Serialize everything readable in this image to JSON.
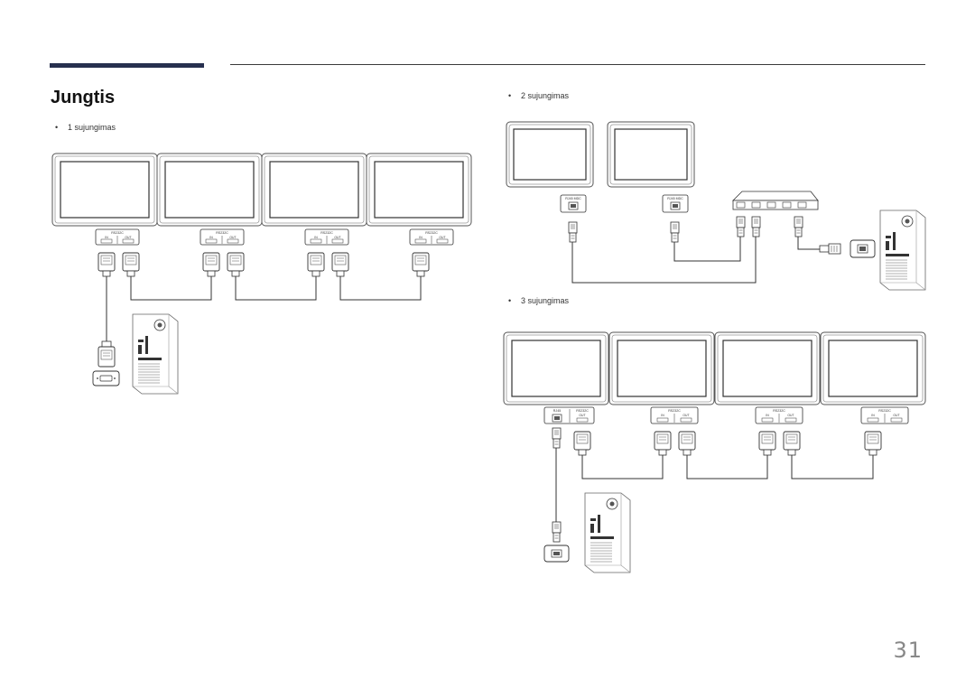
{
  "page": {
    "title": "Jungtis",
    "page_number": "31"
  },
  "sections": {
    "conn1": {
      "label": "1 sujungimas"
    },
    "conn2": {
      "label": "2 sujungimas"
    },
    "conn3": {
      "label": "3 sujungimas"
    }
  },
  "ports": {
    "rs232c": "RS232C",
    "in": "IN",
    "out": "OUT",
    "rj45_mdc": "RJ45 MDC",
    "rj45": "RJ45"
  }
}
